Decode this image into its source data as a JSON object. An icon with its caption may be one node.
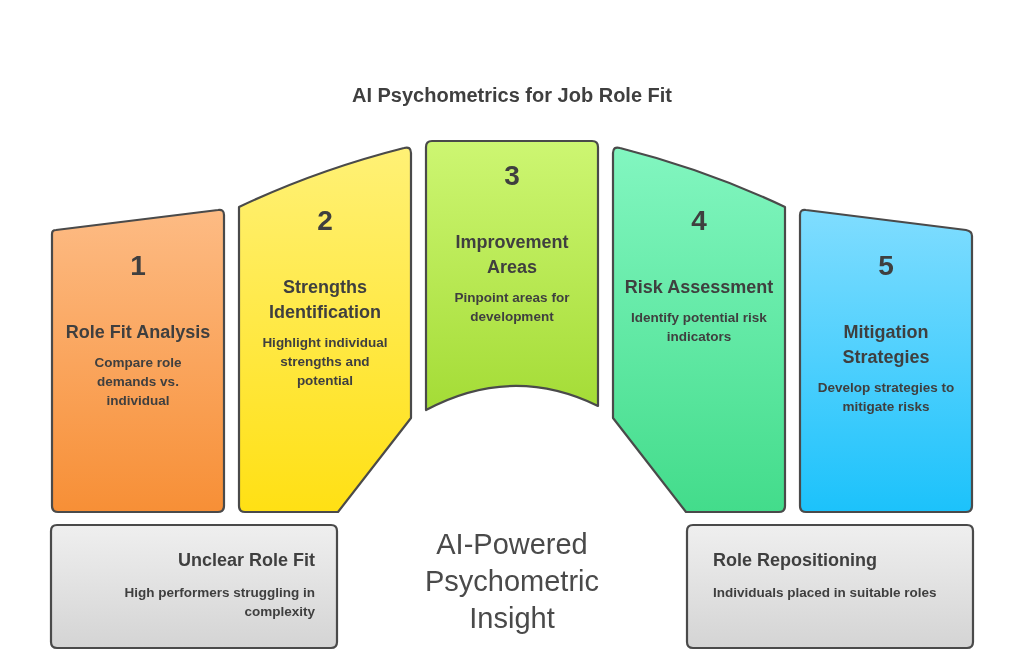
{
  "diagram": {
    "title": "AI Psychometrics for Job Role Fit",
    "nodes": [
      {
        "text": [
          "1",
          "Role Fit Analysis",
          "Compare role demands vs. individual"
        ]
      },
      {
        "text": [
          "2",
          "Strengths Identification",
          "Highlight individual strengths and potential"
        ]
      },
      {
        "text": [
          "3",
          "Improvement Areas",
          "Pinpoint areas for development"
        ]
      },
      {
        "text": [
          "4",
          "Risk Assessment",
          "Identify potential risk indicators"
        ]
      },
      {
        "text": [
          "5",
          "Mitigation Strategies",
          "Develop strategies to mitigate risks"
        ]
      },
      {
        "text": [
          "Unclear Role Fit",
          "High performers struggling in complexity"
        ]
      },
      {
        "text": [
          "Role Repositioning",
          "Individuals placed in suitable roles"
        ]
      }
    ],
    "edges": [],
    "labels": [
      "AI-Powered Psychometric Insight"
    ]
  }
}
